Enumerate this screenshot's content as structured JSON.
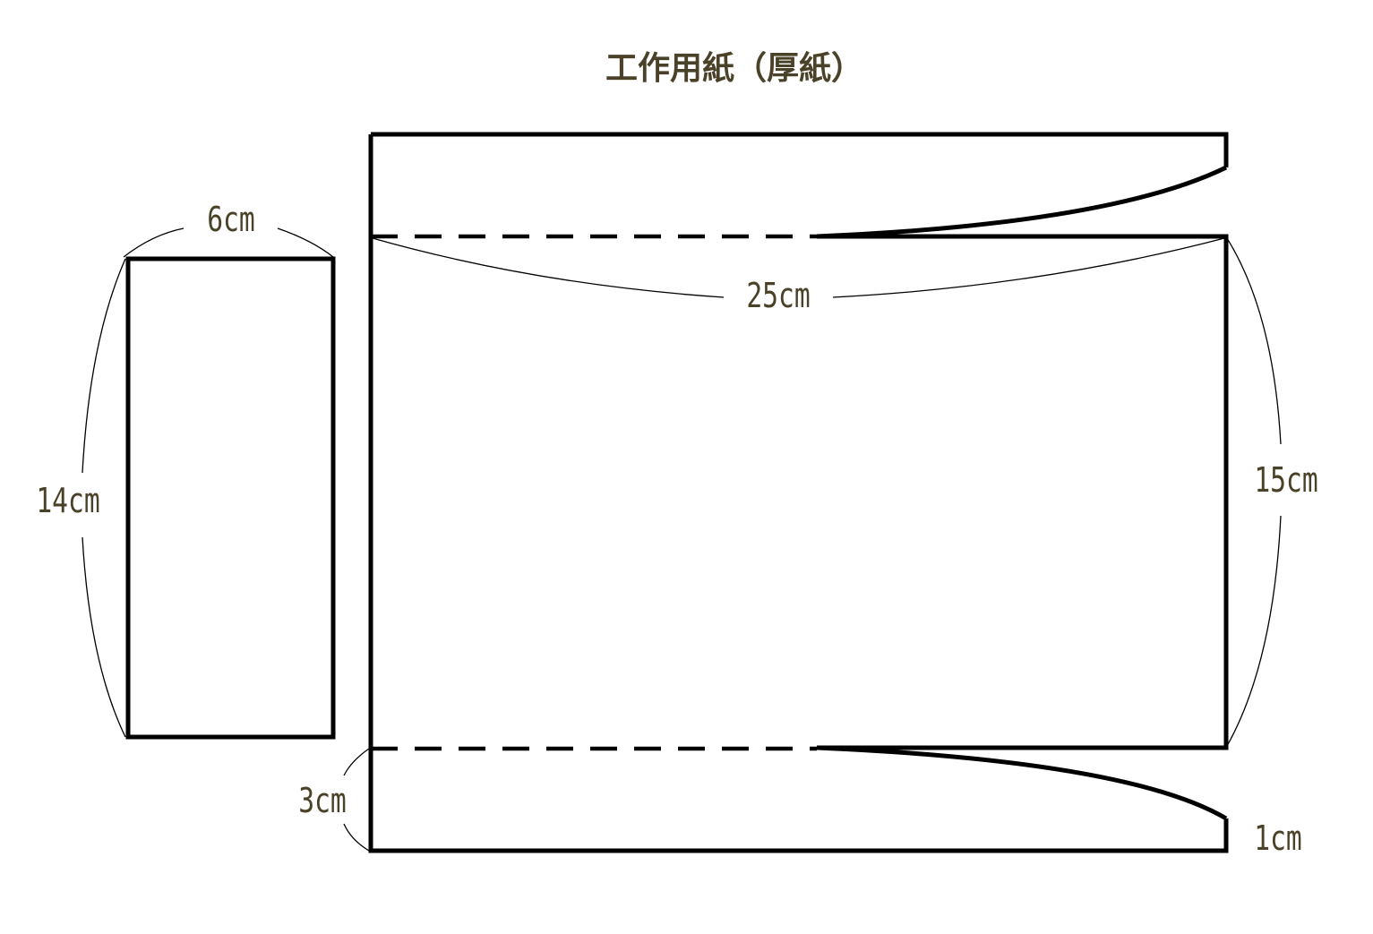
{
  "title": "工作用紙（厚紙）",
  "dimensions": {
    "small_width": "6cm",
    "small_height": "14cm",
    "large_width": "25cm",
    "large_height": "15cm",
    "flap_height": "3cm",
    "flap_edge": "1cm"
  },
  "colors": {
    "text": "#4a4228",
    "line": "#000000",
    "background": "#ffffff"
  }
}
